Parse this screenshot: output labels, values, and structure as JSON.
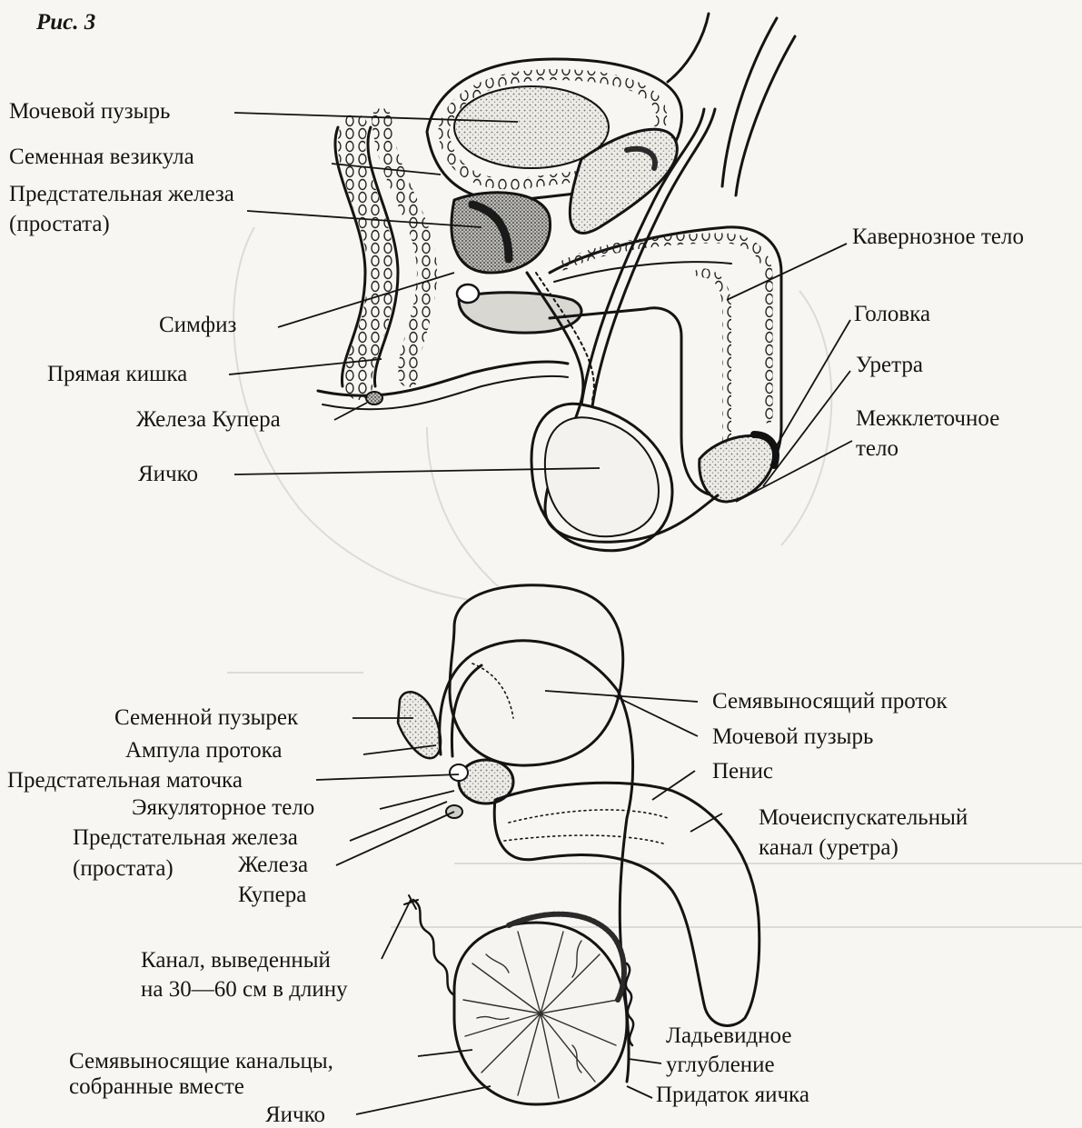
{
  "figure_label": "Рис. 3",
  "top_diagram": {
    "labels": {
      "bladder": "Мочевой пузырь",
      "seminal_vesicle": "Семенная везикула",
      "prostate_1": "Предстательная железа",
      "prostate_2": "(простата)",
      "symphysis": "Симфиз",
      "rectum": "Прямая кишка",
      "cowper_gland": "Железа Купера",
      "testis": "Яичко",
      "cavernous_body": "Кавернозное тело",
      "glans": "Головка",
      "urethra": "Уретра",
      "intercellular_body_1": "Межклеточное",
      "intercellular_body_2": "тело"
    }
  },
  "bottom_diagram": {
    "labels": {
      "seminal_vesicle": "Семенной пузырек",
      "ampulla": "Ампула протока",
      "prostatic_utricle": "Предстательная маточка",
      "ejaculatory_body": "Эякуляторное тело",
      "prostate_1": "Предстательная железа",
      "prostate_2": "(простата)",
      "cowper_1": "Железа",
      "cowper_2": "Купера",
      "canal_1": "Канал, выведенный",
      "canal_2": "на 30—60 см в длину",
      "efferent_ducts_1": "Семявыносящие канальцы,",
      "efferent_ducts_2": "собранные вместе",
      "testis": "Яичко",
      "vas_deferens": "Семявыносящий проток",
      "bladder": "Мочевой пузырь",
      "penis": "Пенис",
      "urethra_1": "Мочеиспускательный",
      "urethra_2": "канал (уретра)",
      "navicular_1": "Ладьевидное",
      "navicular_2": "углубление",
      "epididymis": "Придаток яичка"
    }
  }
}
